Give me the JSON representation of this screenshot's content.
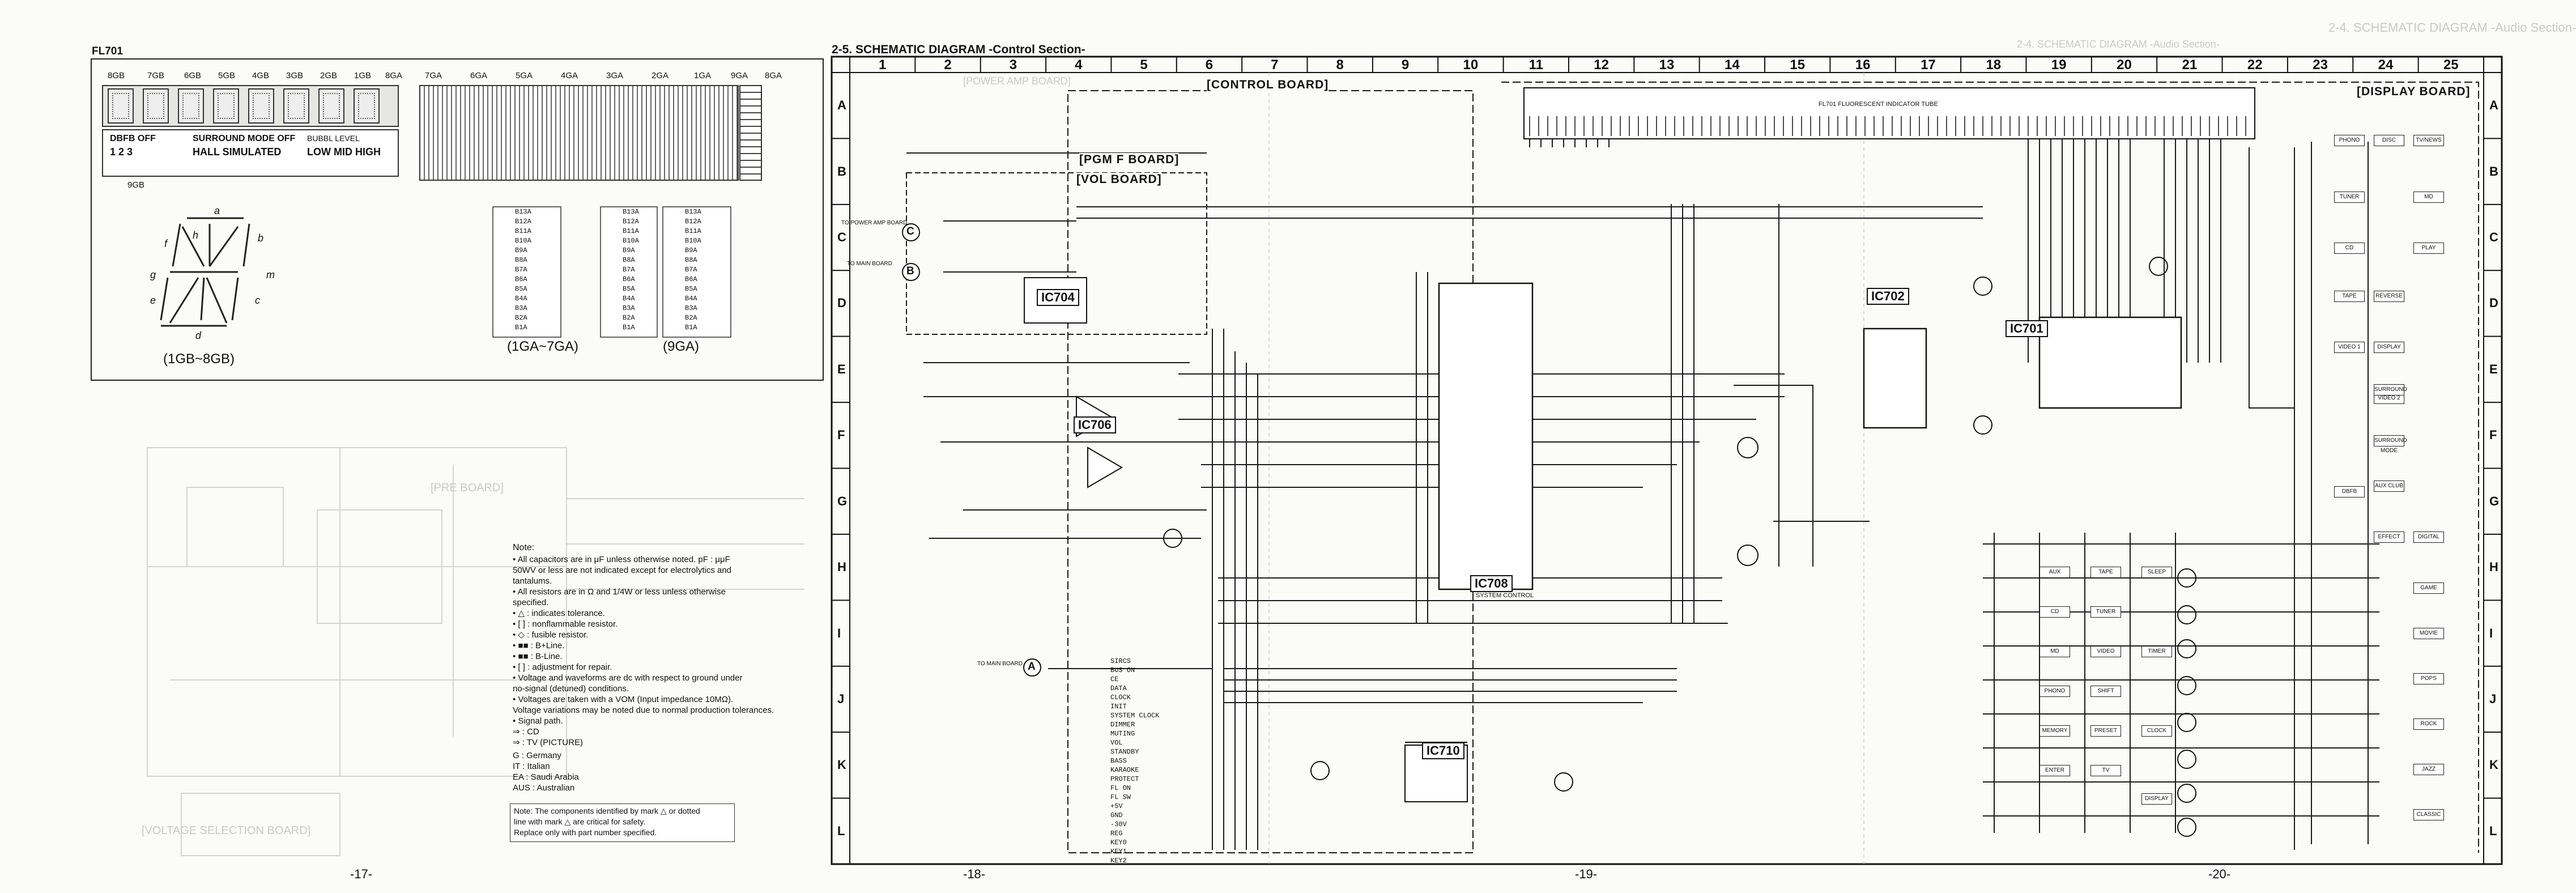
{
  "fl701": {
    "title": "FL701",
    "grid_labels": [
      "8GB",
      "7GB",
      "6GB",
      "5GB",
      "4GB",
      "3GB",
      "2GB",
      "1GB",
      "8GA",
      "7GA",
      "6GA",
      "5GA",
      "4GA",
      "3GA",
      "2GA",
      "1GA",
      "9GA",
      "8GA"
    ],
    "indicators": {
      "dbfb": "DBFB OFF",
      "nums": "1 2 3",
      "surround": "SURROUND MODE OFF",
      "bbl": "BUBBL LEVEL",
      "hall": "HALL SIMULATED",
      "lmh": "LOW MID HIGH"
    },
    "gb9": "9GB",
    "caption_1gb": "(1GB~8GB)",
    "caption_1ga": "(1GA~7GA)",
    "caption_9ga": "(9GA)",
    "seg_letters": [
      "a",
      "b",
      "c",
      "d",
      "e",
      "f",
      "g",
      "h",
      "m"
    ],
    "col1": [
      "B13A",
      "B12A",
      "B11A",
      "B10A",
      "B9A",
      "B8A",
      "B7A",
      "B6A",
      "B5A",
      "B4A",
      "B3A",
      "B2A",
      "B1A"
    ],
    "col2": [
      "B13A",
      "B12A",
      "B11A",
      "B10A",
      "B9A",
      "B8A",
      "B7A",
      "B6A",
      "B5A",
      "B4A",
      "B3A",
      "B2A",
      "B1A"
    ],
    "col3": [
      "B13A",
      "B12A",
      "B11A",
      "B10A",
      "B9A",
      "B8A",
      "B7A",
      "B6A",
      "B5A",
      "B4A",
      "B3A",
      "B2A",
      "B1A"
    ]
  },
  "schematic": {
    "title": "2-5. SCHEMATIC DIAGRAM -Control Section-",
    "columns": [
      "1",
      "2",
      "3",
      "4",
      "5",
      "6",
      "7",
      "8",
      "9",
      "10",
      "11",
      "12",
      "13",
      "14",
      "15",
      "16",
      "17",
      "18",
      "19",
      "20",
      "21",
      "22",
      "23",
      "24",
      "25"
    ],
    "rows": [
      "A",
      "B",
      "C",
      "D",
      "E",
      "F",
      "G",
      "H",
      "I",
      "J",
      "K",
      "L"
    ],
    "boards": {
      "control": "[CONTROL BOARD]",
      "pgm": "[PGM F BOARD]",
      "vol": "[VOL BOARD]",
      "display": "[DISPLAY BOARD]",
      "power_amp": "[POWER AMP BOARD]",
      "pre": "[PRE BOARD]",
      "voltage": "[VOLTAGE SELECTION BOARD]"
    },
    "ics": {
      "ic701": "IC701",
      "ic702": "IC702",
      "ic704": "IC704",
      "ic706": "IC706",
      "ic708": "IC708",
      "ic710": "IC710"
    },
    "ic708_sub": "SYSTEM CONTROL",
    "fl_tube": "FL701 FLUORESCENT INDICATOR TUBE",
    "connectors": {
      "c_label": "TO POWER AMP BOARD",
      "b_label": "TO MAIN BOARD",
      "a_label": "TO MAIN BOARD"
    },
    "circle_markers": [
      "C",
      "B",
      "A"
    ],
    "bus_labels": [
      "SIRCS",
      "BUS ON",
      "CE",
      "DATA",
      "CLOCK",
      "INIT",
      "SYSTEM CLOCK",
      "DIMMER",
      "MUTING",
      "VOL",
      "STANDBY",
      "BASS",
      "KARAOKE",
      "PROTECT",
      "FL ON",
      "FL SW",
      "+5V",
      "GND",
      "-30V",
      "REG",
      "KEY0",
      "KEY1",
      "KEY2"
    ],
    "display_switches": [
      "PHONO",
      "DISC",
      "TV/NEWS",
      "TUNER",
      "MD",
      "CD",
      "PLAY",
      "TAPE",
      "REVERSE",
      "VIDEO 1",
      "DISPLAY",
      "VIDEO 2",
      "SURROUND",
      "SURROUND MODE",
      "AUX CLUB",
      "DBFB",
      "DIGITAL",
      "EFFECT",
      "GAME",
      "MOVIE",
      "POPS",
      "ROCK",
      "JAZZ",
      "CLASSIC"
    ],
    "bottom_keys": [
      "AUX",
      "TAPE",
      "CD",
      "TUNER",
      "MD",
      "VIDEO",
      "PHONO",
      "SHIFT",
      "MEMORY",
      "PRESET",
      "ENTER",
      "TV",
      "SLEEP",
      "TIMER",
      "CLOCK",
      "DISPLAY"
    ]
  },
  "notes": {
    "heading": "Note:",
    "lines": [
      "• All capacitors are in μF unless otherwise noted. pF : μμF",
      "  50WV or less are not indicated except for electrolytics and",
      "  tantalums.",
      "• All resistors are in Ω and 1/4W or less unless otherwise",
      "  specified.",
      "• △ : indicates tolerance.",
      "• [  ] : nonflammable resistor.",
      "• ◇ : fusible resistor.",
      "• ■■ : B+Line.",
      "• ■■ : B-Line.",
      "• [  ] : adjustment for repair.",
      "• Voltage and waveforms are dc with respect to ground under",
      "  no-signal (detuned) conditions.",
      "• Voltages are taken with a VOM (Input impedance 10MΩ).",
      "  Voltage variations may be noted due to normal production tolerances.",
      "• Signal path.",
      "              ⇒ : CD",
      "              ⇒ : TV (PICTURE)",
      "            G : Germany",
      "           IT : Italian",
      "           EA : Saudi Arabia",
      "         AUS : Australian"
    ],
    "box_lines": [
      "Note: The components identified by mark △ or dotted",
      "      line with mark △ are critical for safety.",
      "      Replace only with part number specified."
    ]
  },
  "page_numbers": [
    "-17-",
    "-18-",
    "-19-",
    "-20-"
  ],
  "ghost_titles": {
    "left": "2-4. SCHEMATIC DIAGRAM -Audio Section-",
    "right": "2-4. SCHEMATIC DIAGRAM -Audio Section-"
  }
}
